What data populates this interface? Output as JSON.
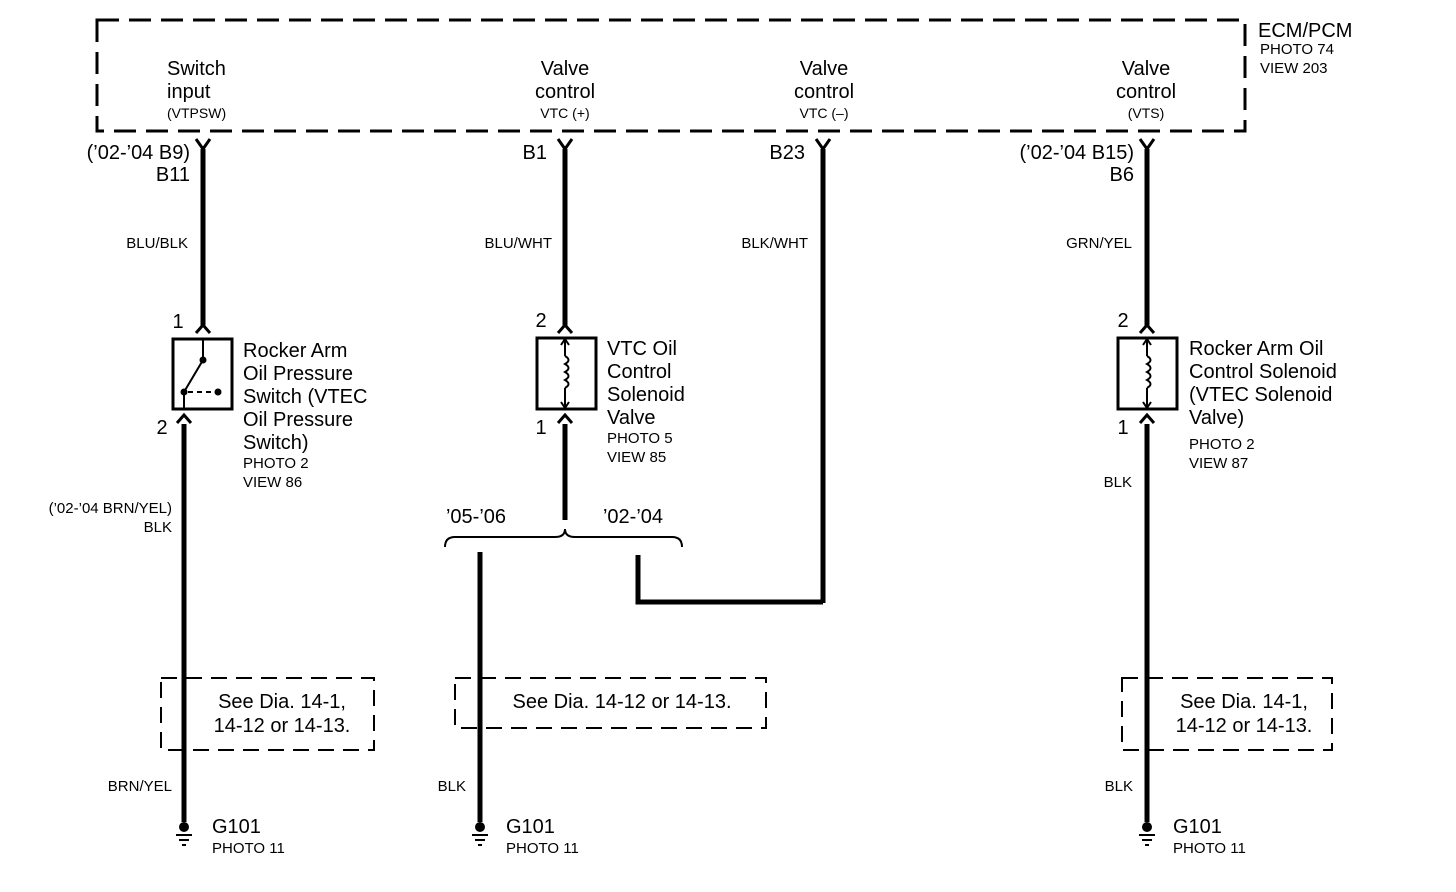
{
  "ecm": {
    "title": "ECM/PCM",
    "photo": "PHOTO 74",
    "view": "VIEW 203",
    "terminals": [
      {
        "line1": "Switch",
        "line2": "input",
        "signal": "(VTPSW)"
      },
      {
        "line1": "Valve",
        "line2": "control",
        "signal": "VTC (+)"
      },
      {
        "line1": "Valve",
        "line2": "control",
        "signal": "VTC (–)"
      },
      {
        "line1": "Valve",
        "line2": "control",
        "signal": "(VTS)"
      }
    ]
  },
  "pins": {
    "c1_alt": "(’02-’04 B9)",
    "c1": "B11",
    "c2": "B1",
    "c3": "B23",
    "c4_alt": "(’02-’04 B15)",
    "c4": "B6"
  },
  "wires": {
    "c1_top": "BLU/BLK",
    "c2_top": "BLU/WHT",
    "c3_top": "BLK/WHT",
    "c4_top": "GRN/YEL",
    "c1_mid_alt": "(’02-’04 BRN/YEL)",
    "c1_mid": "BLK",
    "c4_mid": "BLK",
    "c1_bot": "BRN/YEL",
    "c2_bot": "BLK",
    "c4_bot": "BLK"
  },
  "components": {
    "switch": {
      "pin_top": "1",
      "pin_bot": "2",
      "name": [
        "Rocker Arm",
        "Oil Pressure",
        "Switch (VTEC",
        "Oil Pressure",
        "Switch)"
      ],
      "photo": "PHOTO 2",
      "view": "VIEW 86"
    },
    "vtc": {
      "pin_top": "2",
      "pin_bot": "1",
      "name": [
        "VTC Oil",
        "Control",
        "Solenoid",
        "Valve"
      ],
      "photo": "PHOTO 5",
      "view": "VIEW 85"
    },
    "vts": {
      "pin_top": "2",
      "pin_bot": "1",
      "name": [
        "Rocker Arm Oil",
        "Control Solenoid",
        "(VTEC Solenoid",
        "Valve)"
      ],
      "photo": "PHOTO 2",
      "view": "VIEW 87"
    }
  },
  "branch": {
    "left": "’05-’06",
    "right": "’02-’04"
  },
  "see_dia": {
    "c1": [
      "See Dia. 14-1,",
      "14-12 or 14-13."
    ],
    "c2": [
      "See Dia. 14-12 or 14-13."
    ],
    "c4": [
      "See Dia. 14-1,",
      "14-12 or 14-13."
    ]
  },
  "grounds": {
    "c1": {
      "name": "G101",
      "photo": "PHOTO 11"
    },
    "c2": {
      "name": "G101",
      "photo": "PHOTO 11"
    },
    "c4": {
      "name": "G101",
      "photo": "PHOTO 11"
    }
  }
}
